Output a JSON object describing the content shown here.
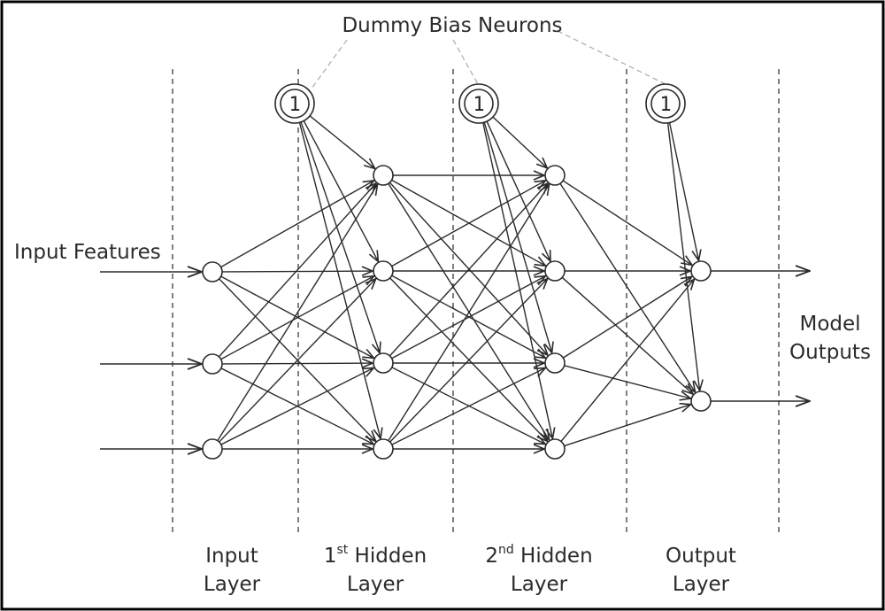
{
  "title": "Dummy Bias Neurons",
  "input_label": "Input Features",
  "output_label": [
    "Model",
    "Outputs"
  ],
  "bias_value": "1",
  "layers": [
    {
      "id": "input",
      "name_lines": [
        "Input",
        "Layer"
      ],
      "neuron_count": 3
    },
    {
      "id": "hidden1",
      "name_lines": [
        "1",
        "st",
        " Hidden",
        "Layer"
      ],
      "neuron_count": 4
    },
    {
      "id": "hidden2",
      "name_lines": [
        "2",
        "nd",
        " Hidden",
        "Layer"
      ],
      "neuron_count": 4
    },
    {
      "id": "output",
      "name_lines": [
        "Output",
        "Layer"
      ],
      "neuron_count": 2
    }
  ],
  "colors": {
    "stroke": "#2b2b2b",
    "guide": "#555555",
    "bias_link": "#b0b0b0",
    "border": "#000000"
  }
}
